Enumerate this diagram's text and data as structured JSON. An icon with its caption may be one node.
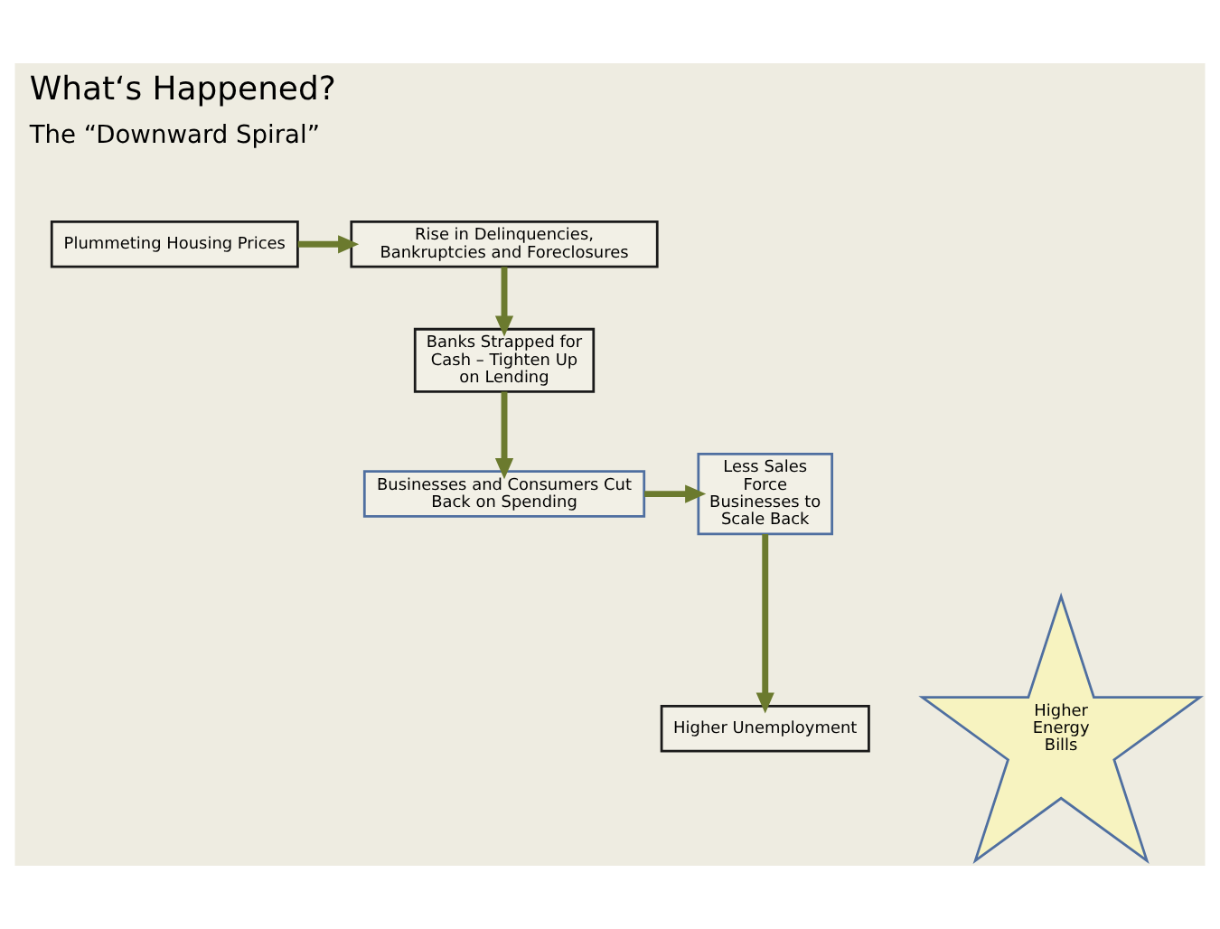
{
  "diagram": {
    "title": "What‘s Happened?",
    "nodes": [
      {
        "text": [
          "Plummeting Housing Prices"
        ]
      },
      {
        "text": [
          "Rise in Delinquencies, Bankruptcies and Foreclosures"
        ]
      },
      {
        "text": [
          "Banks Strapped for Cash – Tighten Up on Lending"
        ]
      },
      {
        "text": [
          "Businesses and Consumers Cut Back on Spending"
        ]
      },
      {
        "text": [
          "Less Sales Force Businesses to Scale Back"
        ]
      },
      {
        "text": [
          "Higher Unemployment"
        ]
      },
      {
        "text": [
          "Higher Energy Bills"
        ]
      }
    ],
    "edges": [
      {
        "from": 0,
        "to": 1,
        "arrow": "to"
      },
      {
        "from": 1,
        "to": 2,
        "arrow": "to"
      },
      {
        "from": 2,
        "to": 3,
        "arrow": "to"
      },
      {
        "from": 3,
        "to": 4,
        "arrow": "to"
      },
      {
        "from": 4,
        "to": 5,
        "arrow": "to"
      }
    ],
    "labels": [
      "The “Downward Spiral”"
    ]
  }
}
